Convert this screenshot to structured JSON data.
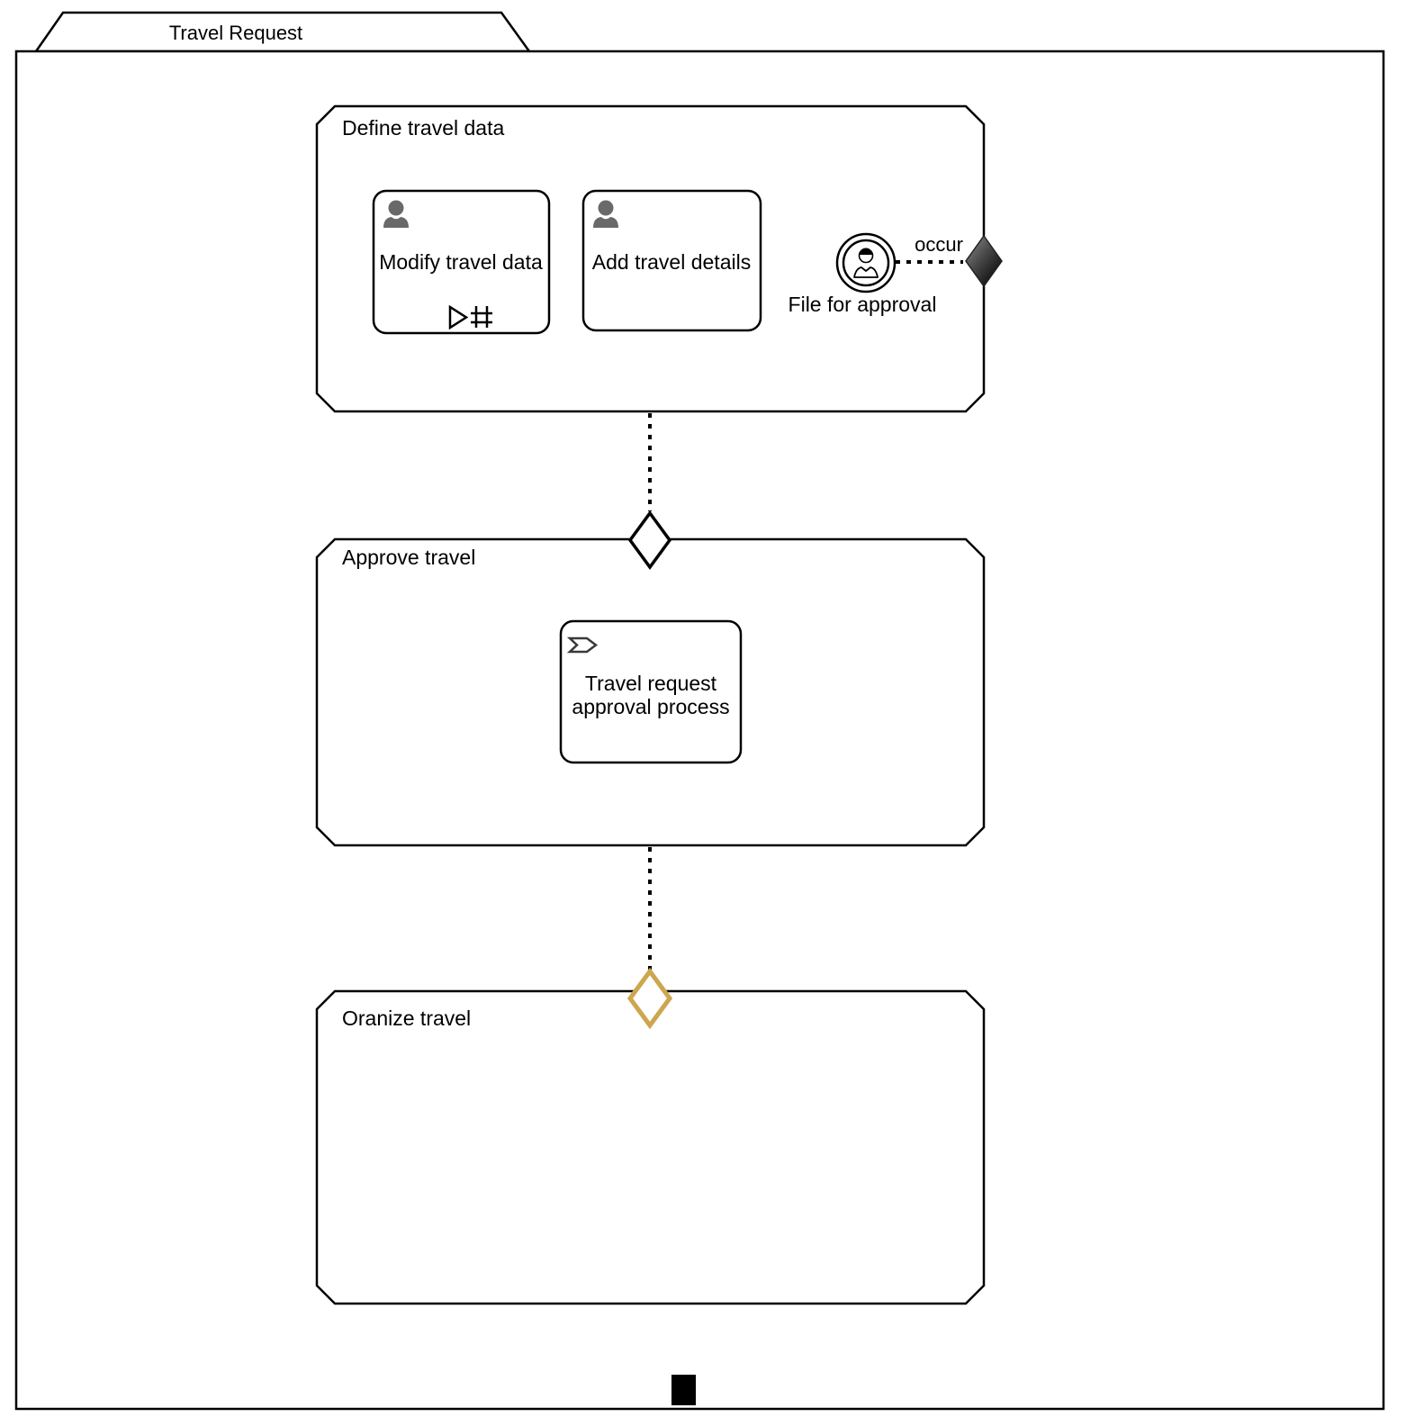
{
  "title": "Travel Request",
  "stages": [
    {
      "id": "define-travel-data",
      "label": "Define travel data"
    },
    {
      "id": "approve-travel",
      "label": "Approve travel"
    },
    {
      "id": "organize-travel",
      "label": "Oranize travel"
    }
  ],
  "tasks": [
    {
      "id": "modify-travel-data",
      "label": "Modify travel data",
      "icon": "user-icon",
      "markers": [
        "manual-activation-triangle-icon",
        "repetition-hash-icon"
      ]
    },
    {
      "id": "add-travel-details",
      "label": "Add travel details",
      "icon": "user-icon"
    },
    {
      "id": "travel-request-approval-process",
      "label_line1": "Travel request",
      "label_line2": "approval process",
      "icon": "process-chevron-icon"
    }
  ],
  "event_listener": {
    "id": "file-for-approval",
    "label": "File for approval",
    "icon": "user-event-icon"
  },
  "exit_criterion": {
    "label": "occur",
    "shape": "black-diamond"
  },
  "entry_criteria": [
    {
      "stage": "approve-travel",
      "shape": "white-diamond"
    },
    {
      "stage": "organize-travel",
      "shape": "gold-diamond"
    }
  ],
  "colors": {
    "highlight_gold": "#CDA64E",
    "person_gray": "#696969",
    "stroke_black": "#000000",
    "background": "#ffffff"
  }
}
